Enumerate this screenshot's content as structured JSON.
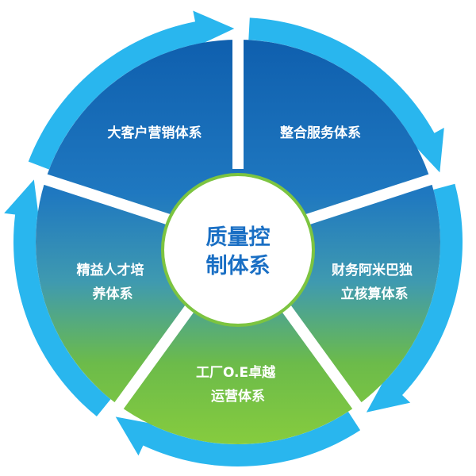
{
  "center": {
    "line1": "质量控",
    "line2": "制体系"
  },
  "segments": [
    {
      "lines": [
        "大客户营销体系"
      ]
    },
    {
      "lines": [
        "整合服务体系"
      ]
    },
    {
      "lines": [
        "财务阿米巴独",
        "立核算体系"
      ]
    },
    {
      "lines": [
        "工厂O.E卓越",
        "运营体系"
      ]
    },
    {
      "lines": [
        "精益人才培",
        "养体系"
      ]
    }
  ],
  "colors": {
    "ring": "#29b6ee",
    "top": "#1268b8",
    "mid": "#2a86c7",
    "bottom": "#7cc440",
    "separator": "#ffffff",
    "center_border": "#7cc440",
    "center_text": "#1a6fc4"
  }
}
